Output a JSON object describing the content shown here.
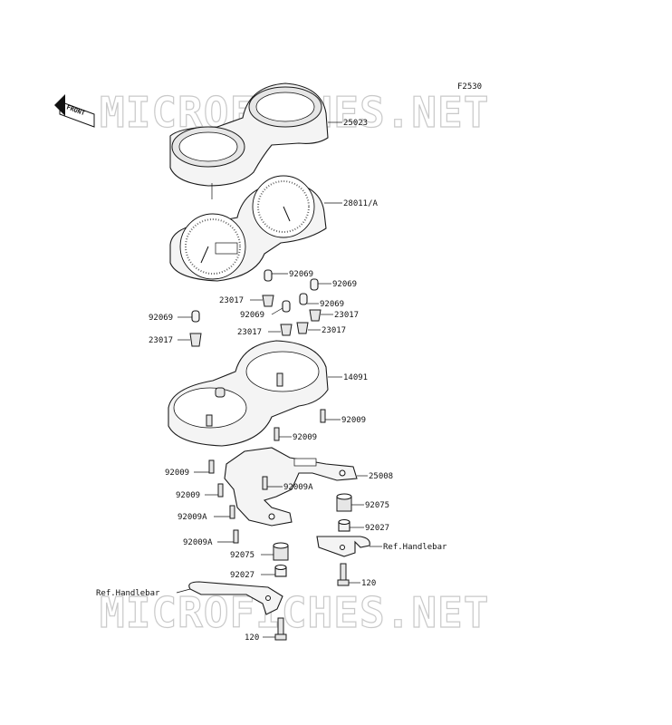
{
  "figure_code": "F2530",
  "front_arrow_text": "FRONT",
  "watermark_text": "MICROFICHES.NET",
  "labels": {
    "cover_top": "25023",
    "meter_assy": "28011/A",
    "case_bottom": "14091",
    "bracket": "25008",
    "bulb_socket": "92069",
    "socket": "23017",
    "screw": "92009",
    "screw_a": "92009A",
    "damper": "92075",
    "collar": "92027",
    "bolt": "120",
    "ref_handlebar": "Ref.Handlebar"
  },
  "colors": {
    "line": "#1a1a1a",
    "fill": "#f4f4f4",
    "watermark": "#c9c9c9"
  }
}
